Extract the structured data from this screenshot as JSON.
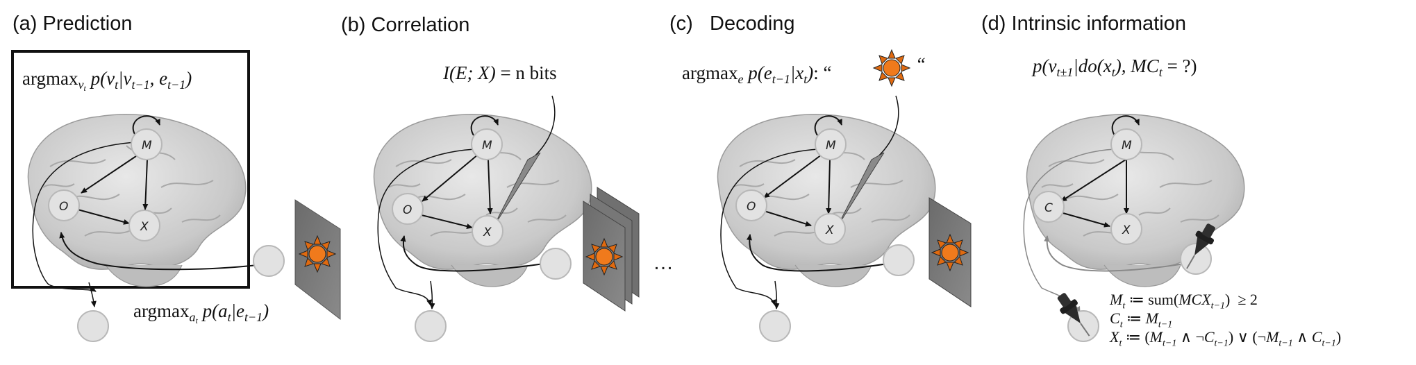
{
  "panels": [
    {
      "id": "a",
      "letter": "(a)",
      "title": "Prediction"
    },
    {
      "id": "b",
      "letter": "(b)",
      "title": "Correlation"
    },
    {
      "id": "c",
      "letter": "(c)",
      "title": "Decoding"
    },
    {
      "id": "d",
      "letter": "(d)",
      "title": "Intrinsic information"
    }
  ],
  "equations": {
    "a_top": {
      "head": "argmax",
      "sub": "v_t",
      "body": "p(v_t | v_{t−1}, e_{t−1})"
    },
    "a_bottom": {
      "head": "argmax",
      "sub": "a_t",
      "body": "p(a_t | e_{t−1})"
    },
    "b_top": {
      "text": "I(E; X) = n bits"
    },
    "c_top": {
      "head": "argmax",
      "sub": "e",
      "body": "p(e_{t−1} | x_t): “",
      "close": "“"
    },
    "d_top": {
      "text": "p(v_{t±1} | do(x_t), MC_t = ?)"
    }
  },
  "nodes": {
    "motor": "M",
    "sensor": "O",
    "hidden": "X",
    "hidden_d": "C",
    "hidden_d2": "X"
  },
  "ellipsis": "…",
  "rules": [
    "M_t ≔ sum(MCX_{t−1}) ≥ 2",
    "C_t ≔ M_{t−1}",
    "X_t ≔ (M_{t−1} ∧ ¬C_{t−1}) ∨ (¬M_{t−1} ∧ C_{t−1})"
  ],
  "icons": [
    "brain-icon",
    "sun-icon",
    "pushpin-icon",
    "electrode-icon"
  ],
  "colors": {
    "sun": "#f07a1c",
    "sun_rays": "#e06a10",
    "screen": "#7a7a7a",
    "node": "#e2e2e2",
    "brain": "#cfcfcf"
  }
}
